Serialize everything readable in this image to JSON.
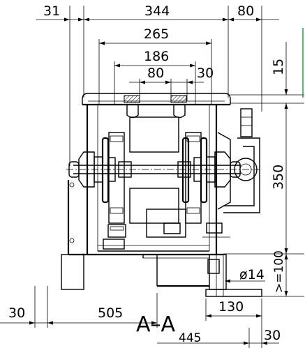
{
  "section_label": "A–A",
  "dimensions": {
    "d31": "31",
    "d344": "344",
    "d80_top": "80",
    "d265": "265",
    "d186": "186",
    "d80_inner": "80",
    "d30_inner": "30",
    "d15": "15",
    "d350": "350",
    "d100": ">=100",
    "d14": "ø14",
    "d130": "130",
    "d505": "505",
    "d445": "445",
    "d30_left": "30",
    "d30_right": "30"
  },
  "colors": {
    "line": "#000000",
    "accent": "#1a9a3a"
  }
}
